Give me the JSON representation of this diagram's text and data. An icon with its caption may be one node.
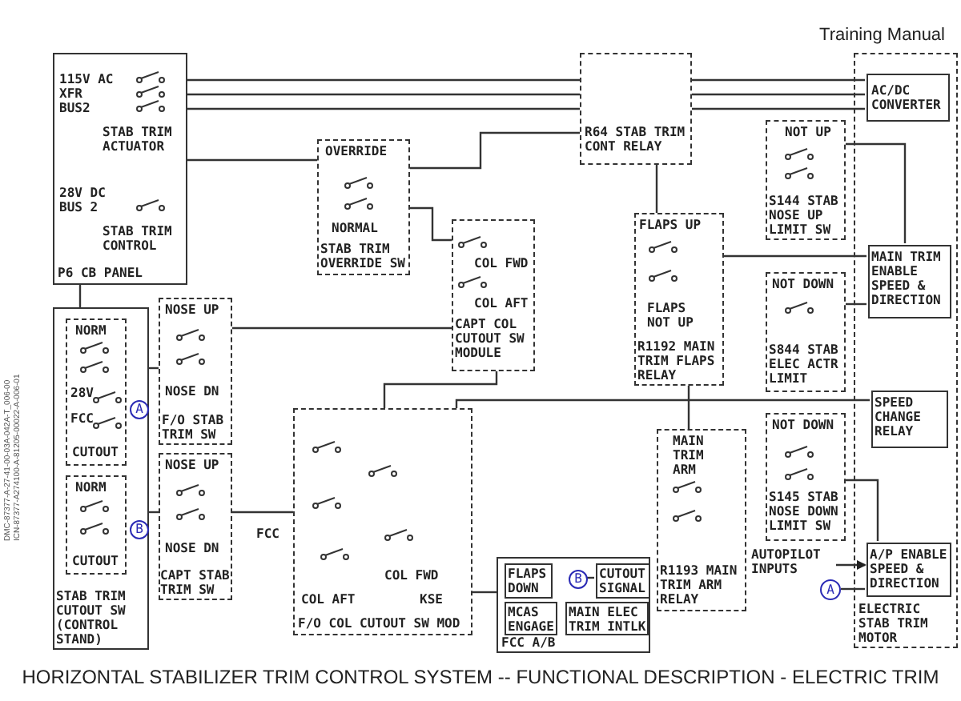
{
  "diagram": {
    "caption": "HORIZONTAL STABILIZER TRIM CONTROL SYSTEM -- FUNCTIONAL DESCRIPTION - ELECTRIC TRIM",
    "nodes": [
      {
        "text": [
          "115V AC XFR BUS2",
          "STAB TRIM ACTUATOR",
          "28V DC BUS 2",
          "STAB TRIM CONTROL",
          "P6 CB PANEL"
        ]
      },
      {
        "text": [
          "R64 STAB TRIM CONT RELAY"
        ]
      },
      {
        "text": [
          "ELECTRIC STAB TRIM MOTOR"
        ]
      },
      {
        "text": [
          "AC/DC CONVERTER"
        ],
        "in": 2
      },
      {
        "text": [
          "MAIN TRIM ENABLE SPEED & DIRECTION"
        ],
        "in": 2
      },
      {
        "text": [
          "SPEED CHANGE RELAY"
        ],
        "in": 2
      },
      {
        "text": [
          "A/P ENABLE SPEED & DIRECTION"
        ],
        "in": 2
      },
      {
        "text": [
          "OVERRIDE",
          "NORMAL",
          "STAB TRIM OVERRIDE SW"
        ]
      },
      {
        "text": [
          "COL FWD",
          "COL AFT",
          "CAPT COL CUTOUT SW MODULE"
        ]
      },
      {
        "text": [
          "NOT UP",
          "S144 STAB NOSE UP LIMIT SW"
        ]
      },
      {
        "text": [
          "FLAPS UP",
          "FLAPS NOT UP",
          "R1192 MAIN TRIM FLAPS RELAY"
        ]
      },
      {
        "text": [
          "NOT DOWN",
          "S844 STAB ELEC ACTR LIMIT"
        ]
      },
      {
        "text": [
          "NOT DOWN",
          "S145 STAB NOSE DOWN LIMIT SW"
        ]
      },
      {
        "text": [
          "MAIN TRIM ARM",
          "R1193 MAIN TRIM ARM RELAY"
        ]
      },
      {
        "text": [
          "STAB TRIM CUTOUT SW (CONTROL STAND)"
        ]
      },
      {
        "text": [
          "NORM",
          "28V",
          "FCC",
          "CUTOUT"
        ],
        "in": 14
      },
      {
        "text": [
          "NORM",
          "CUTOUT"
        ],
        "in": 14
      },
      {
        "text": [
          "A"
        ],
        "in": 14
      },
      {
        "text": [
          "B"
        ],
        "in": 14
      },
      {
        "text": [
          "NOSE UP",
          "NOSE DN",
          "F/O STAB TRIM SW"
        ]
      },
      {
        "text": [
          "NOSE UP",
          "NOSE DN",
          "CAPT STAB TRIM SW"
        ]
      },
      {
        "text": [
          "COL FWD",
          "COL AFT",
          "KSE",
          "F/O COL CUTOUT SW MOD"
        ]
      },
      {
        "text": [
          "FCC A/B"
        ]
      },
      {
        "text": [
          "FLAPS DOWN"
        ],
        "in": 22
      },
      {
        "text": [
          "B"
        ],
        "in": 22
      },
      {
        "text": [
          "CUTOUT SIGNAL"
        ],
        "in": 22
      },
      {
        "text": [
          "MCAS ENGAGE"
        ],
        "in": 22
      },
      {
        "text": [
          "MAIN ELEC TRIM INTLK"
        ],
        "in": 22
      },
      {
        "text": [
          "AUTOPILOT INPUTS"
        ]
      },
      {
        "text": [
          "A"
        ]
      }
    ],
    "edges": [
      {
        "from": 0,
        "to": 1,
        "arrow": "none"
      },
      {
        "from": 1,
        "to": 3,
        "arrow": "none"
      },
      {
        "from": 0,
        "to": 7,
        "arrow": "none"
      },
      {
        "from": 7,
        "to": 1,
        "arrow": "none"
      },
      {
        "from": 7,
        "to": 8,
        "arrow": "none"
      },
      {
        "from": 1,
        "to": 10,
        "arrow": "none"
      },
      {
        "from": 9,
        "to": 4,
        "arrow": "none"
      },
      {
        "from": 10,
        "to": 4,
        "arrow": "none"
      },
      {
        "from": 11,
        "to": 4,
        "arrow": "none"
      },
      {
        "from": 12,
        "to": 6,
        "arrow": "none"
      },
      {
        "from": 21,
        "to": 5,
        "arrow": "none"
      },
      {
        "from": 19,
        "to": 14,
        "arrow": "none"
      },
      {
        "from": 20,
        "to": 14,
        "arrow": "none"
      },
      {
        "from": 19,
        "to": 8,
        "arrow": "none"
      },
      {
        "from": 20,
        "to": 21,
        "arrow": "none"
      },
      {
        "from": 8,
        "to": 21,
        "arrow": "none"
      },
      {
        "from": 21,
        "to": 22,
        "arrow": "none"
      },
      {
        "from": 13,
        "to": 10,
        "arrow": "none"
      },
      {
        "from": 28,
        "to": 6,
        "arrow": "to"
      },
      {
        "from": 29,
        "to": 6,
        "arrow": "none"
      },
      {
        "from": 24,
        "to": 25,
        "arrow": "none"
      },
      {
        "from": 0,
        "to": 14,
        "arrow": "none"
      }
    ],
    "labels": [
      "Training Manual",
      "FCC",
      "DMC-87377-A-27-41-00-03A-042A-T_006-00",
      "ICN-87377-A274100-A-81205-00022-A-006-01"
    ]
  }
}
